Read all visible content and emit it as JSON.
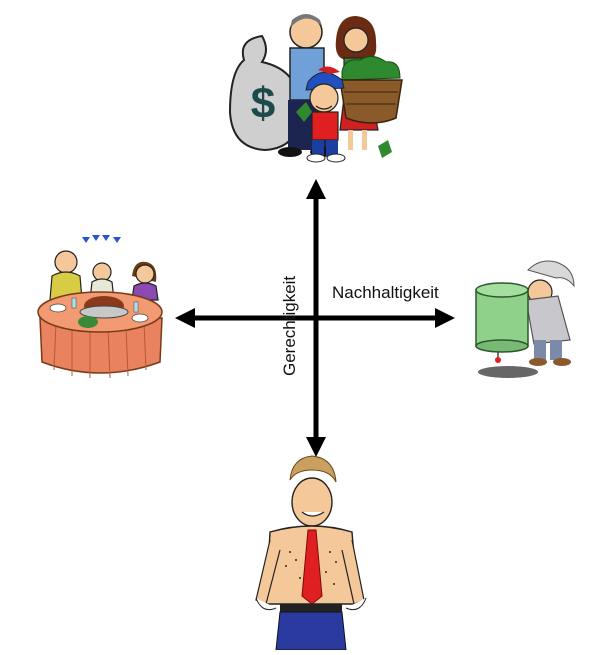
{
  "axes": {
    "horizontal_label": "Nachhaltigkeit",
    "vertical_label": "Gerechtigkeit"
  },
  "illustrations": {
    "top": "rich-family-with-money",
    "left": "people-at-dinner-table",
    "right": "old-man-carrying-pot",
    "bottom": "man-with-empty-pockets"
  },
  "colors": {
    "arrow": "#000000",
    "table_cloth": "#e8825f",
    "pot": "#8fd08a",
    "tie": "#e02020",
    "money_bag": "#c9c9c9"
  }
}
